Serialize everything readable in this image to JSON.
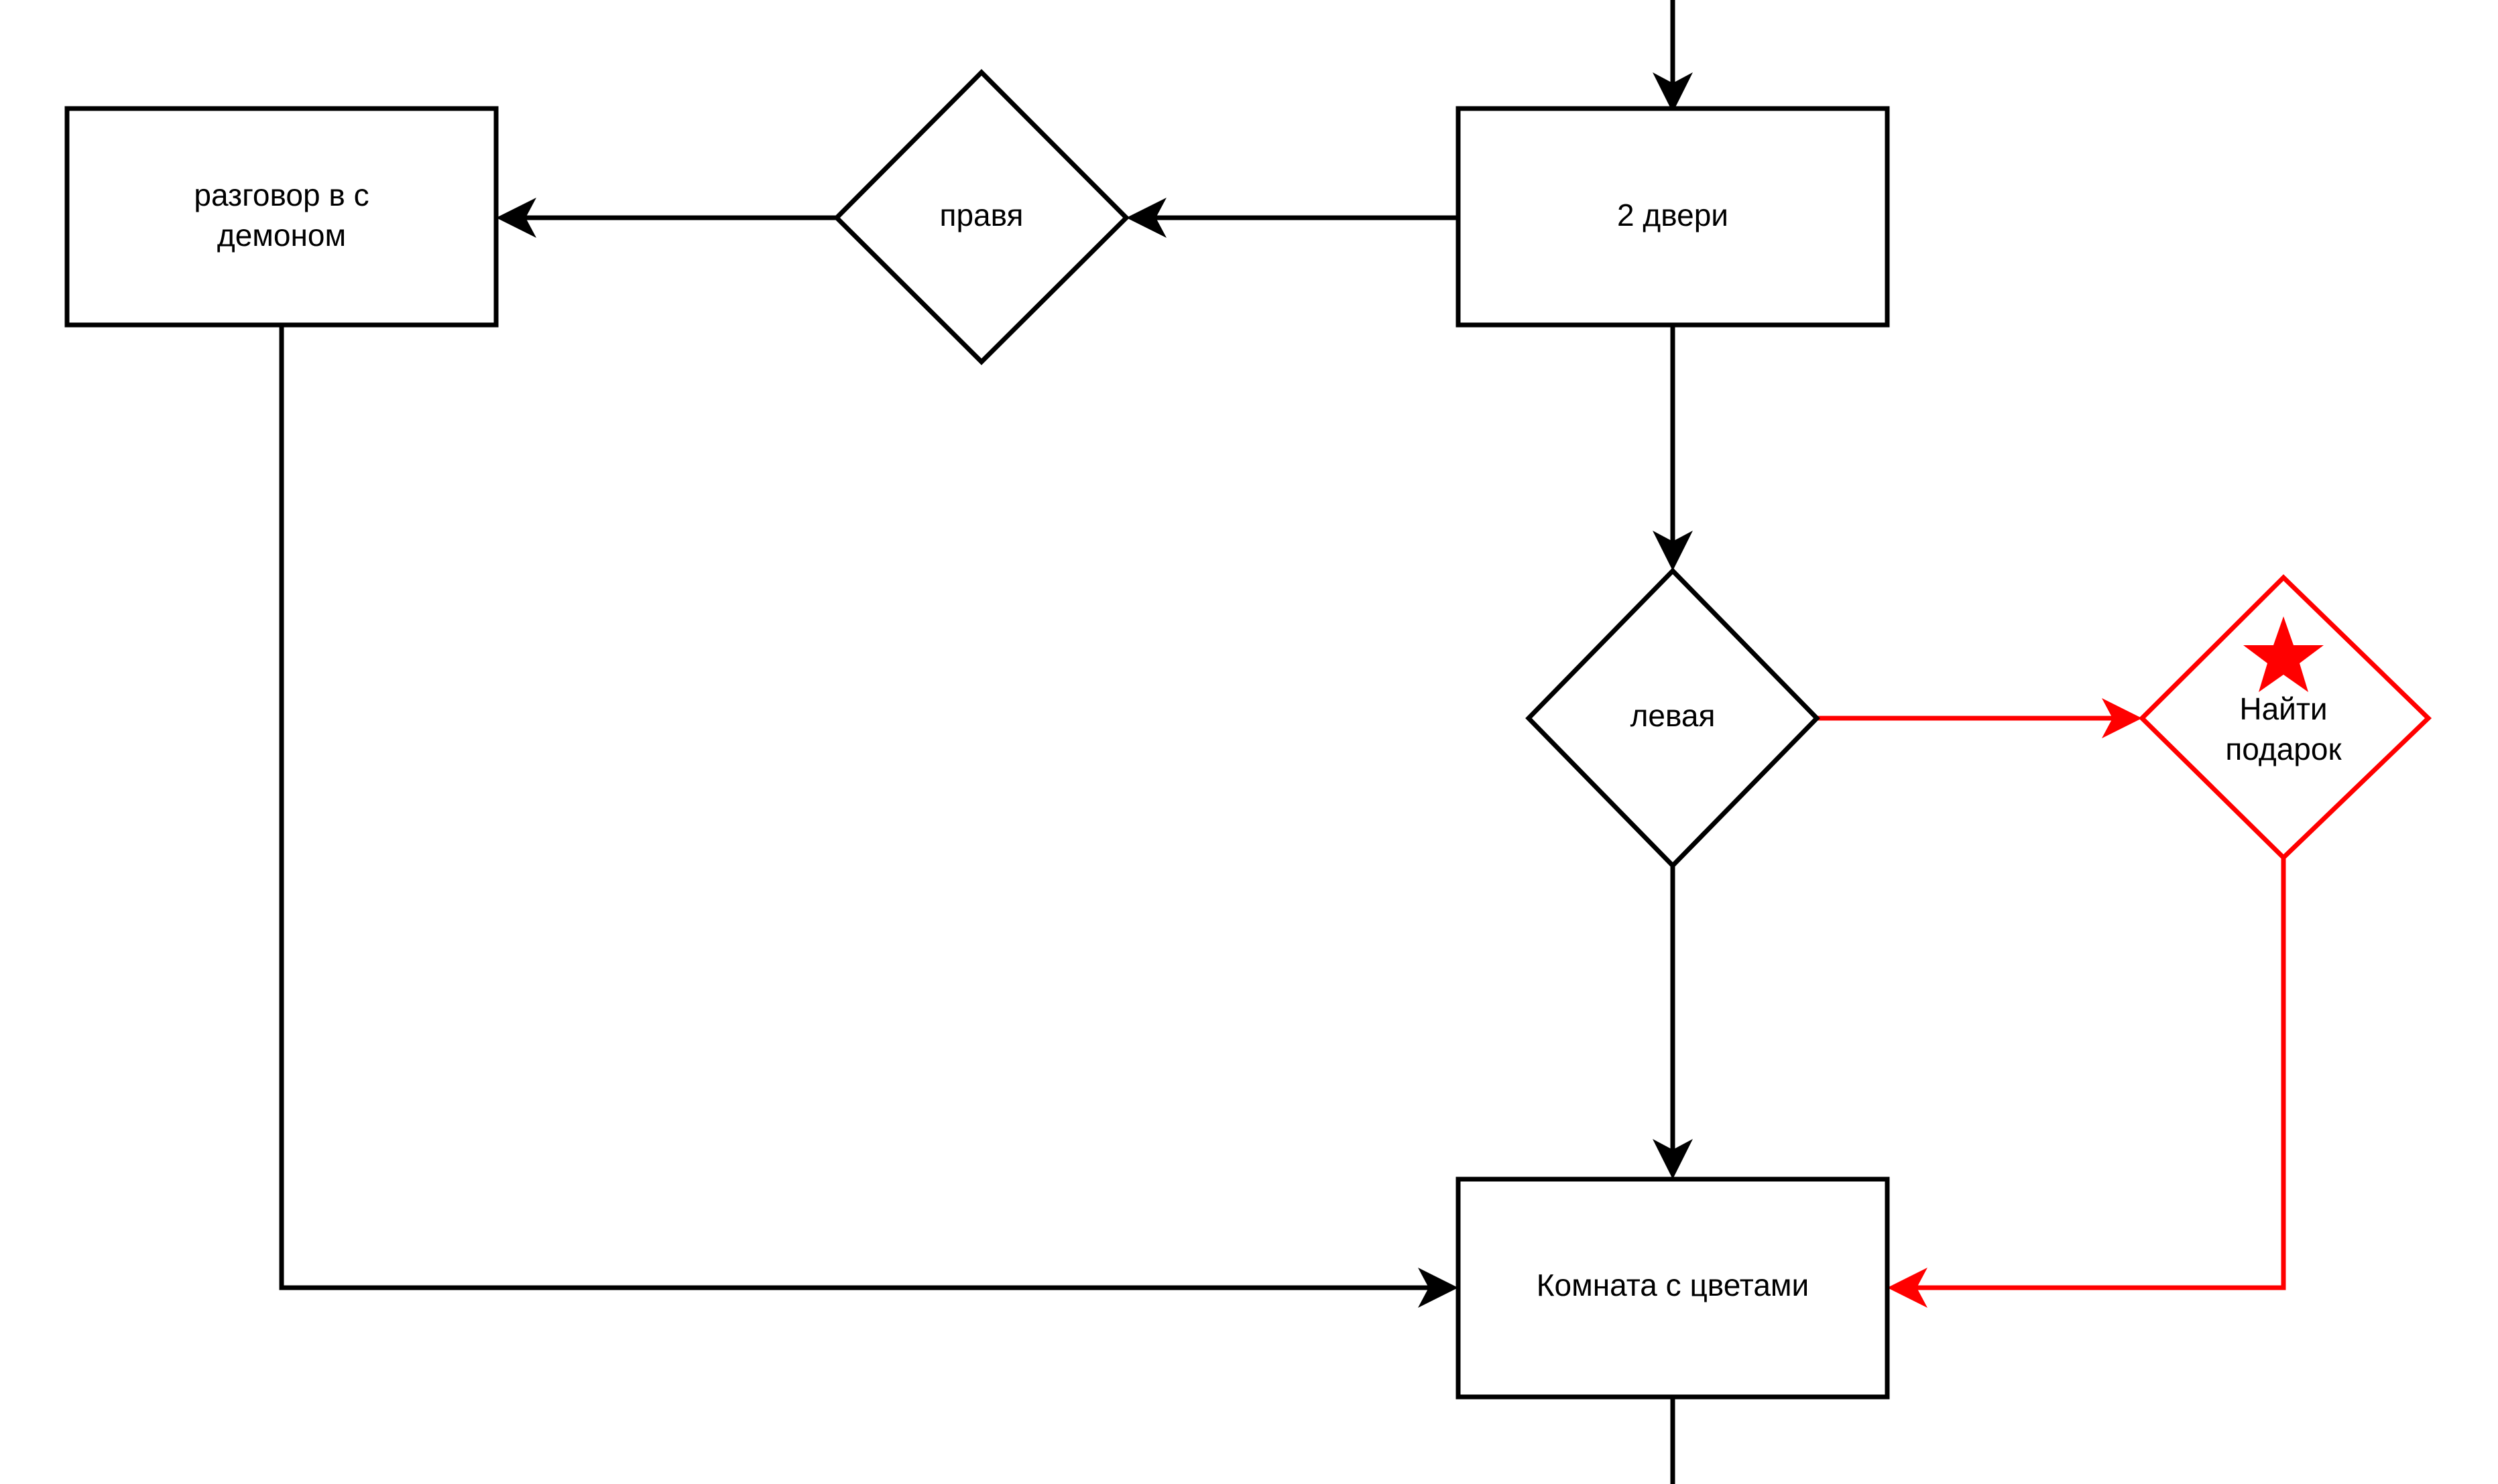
{
  "diagram": {
    "title": "",
    "background_color": "#ffffff",
    "default_stroke_color": "#000000",
    "highlight_stroke_color": "#ff0000",
    "star_color": "#ff0000",
    "text_color": "#000000"
  },
  "nodes": {
    "demon_talk": {
      "label_line1": "разговор в с",
      "label_line2": "демоном",
      "shape": "rectangle",
      "color": "#000000"
    },
    "right_door": {
      "label_line1": "правя",
      "label_line2": "",
      "shape": "diamond",
      "color": "#000000"
    },
    "two_doors": {
      "label_line1": "2 двери",
      "label_line2": "",
      "shape": "rectangle",
      "color": "#000000"
    },
    "left_door": {
      "label_line1": "левая",
      "label_line2": "",
      "shape": "diamond",
      "color": "#000000"
    },
    "find_gift": {
      "label_line1": "Найти",
      "label_line2": "подарок",
      "shape": "diamond",
      "color": "#ff0000",
      "badge": "star-icon"
    },
    "flower_room": {
      "label_line1": "Комната с цветами",
      "label_line2": "",
      "shape": "rectangle",
      "color": "#000000"
    }
  },
  "edges": [
    {
      "id": "edge-entry-to-two-doors",
      "from": "entry",
      "to": "two_doors",
      "color": "#000000",
      "label": ""
    },
    {
      "id": "edge-two-doors-to-right-door",
      "from": "two_doors",
      "to": "right_door",
      "color": "#000000",
      "label": ""
    },
    {
      "id": "edge-right-door-to-demon-talk",
      "from": "right_door",
      "to": "demon_talk",
      "color": "#000000",
      "label": ""
    },
    {
      "id": "edge-demon-talk-to-flower-room",
      "from": "demon_talk",
      "to": "flower_room",
      "color": "#000000",
      "label": ""
    },
    {
      "id": "edge-two-doors-to-left-door",
      "from": "two_doors",
      "to": "left_door",
      "color": "#000000",
      "label": ""
    },
    {
      "id": "edge-left-door-to-flower-room",
      "from": "left_door",
      "to": "flower_room",
      "color": "#000000",
      "label": ""
    },
    {
      "id": "edge-left-door-to-find-gift",
      "from": "left_door",
      "to": "find_gift",
      "color": "#ff0000",
      "label": ""
    },
    {
      "id": "edge-find-gift-to-flower-room",
      "from": "find_gift",
      "to": "flower_room",
      "color": "#ff0000",
      "label": ""
    },
    {
      "id": "edge-flower-room-to-exit",
      "from": "flower_room",
      "to": "exit",
      "color": "#000000",
      "label": ""
    }
  ]
}
